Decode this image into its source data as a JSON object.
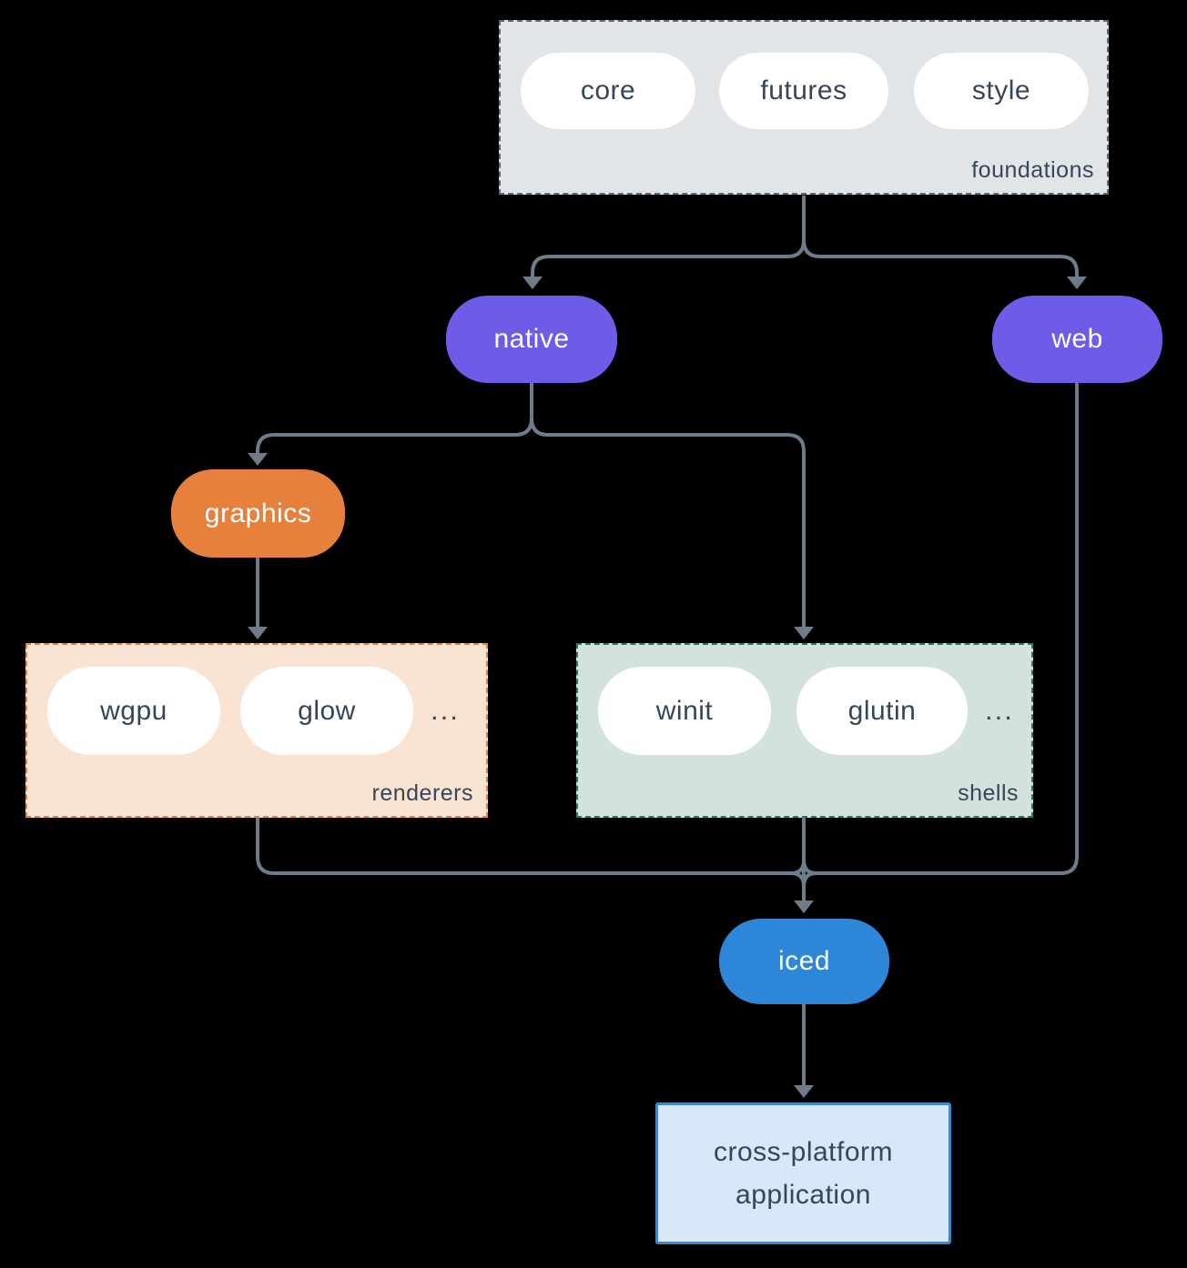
{
  "colors": {
    "background": "#000000",
    "line": "#6e7b8a",
    "text_dark": "#36465a",
    "pill_white": "#ffffff",
    "native_web_purple": "#6c5ce8",
    "graphics_orange": "#e5813c",
    "iced_blue": "#2e86d8",
    "foundations_fill": "#e1e5e8",
    "foundations_border": "#5c6b7a",
    "renderers_fill": "#f9e3d2",
    "renderers_border": "#e5823c",
    "shells_fill": "#d3e2dc",
    "shells_border": "#26796a",
    "application_fill": "#d8e8f8",
    "application_border": "#3e86cc"
  },
  "groups": {
    "foundations": {
      "label": "foundations",
      "pills": [
        "core",
        "futures",
        "style"
      ]
    },
    "renderers": {
      "label": "renderers",
      "pills": [
        "wgpu",
        "glow"
      ],
      "ellipsis": "..."
    },
    "shells": {
      "label": "shells",
      "pills": [
        "winit",
        "glutin"
      ],
      "ellipsis": "..."
    }
  },
  "nodes": {
    "native": "native",
    "web": "web",
    "graphics": "graphics",
    "iced": "iced",
    "application": {
      "line1": "cross-platform",
      "line2": "application"
    }
  },
  "edges": [
    {
      "from": "foundations",
      "to": "native"
    },
    {
      "from": "foundations",
      "to": "web"
    },
    {
      "from": "native",
      "to": "graphics"
    },
    {
      "from": "native",
      "to": "shells"
    },
    {
      "from": "graphics",
      "to": "renderers"
    },
    {
      "from": "renderers",
      "to": "iced"
    },
    {
      "from": "shells",
      "to": "iced"
    },
    {
      "from": "web",
      "to": "iced"
    },
    {
      "from": "iced",
      "to": "application"
    }
  ]
}
